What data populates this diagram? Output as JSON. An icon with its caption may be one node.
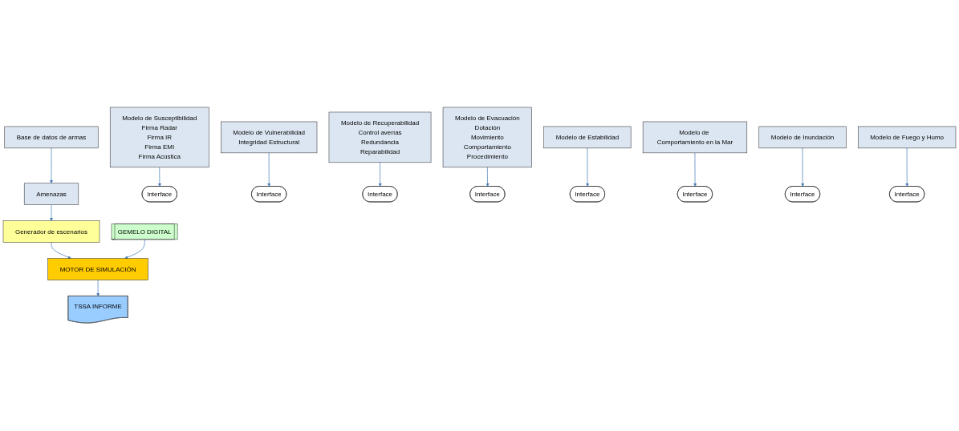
{
  "diagram": {
    "nodes": [
      {
        "text": [
          "Base de datos de armas"
        ]
      },
      {
        "text": [
          "Amenazas"
        ]
      },
      {
        "text": [
          "Generador de escenarios"
        ]
      },
      {
        "text": [
          "GEMELO DIGITAL"
        ]
      },
      {
        "text": [
          "Modelo de Susceptibilidad",
          "Firma Radar",
          "Firma IR",
          "Firma EMI",
          "Firma Acústica"
        ]
      },
      {
        "text": [
          "Modelo de Vulnerabilidad",
          "Integridad Estructural"
        ]
      },
      {
        "text": [
          "Modelo de Recuperabilidad",
          "Control averías",
          "Redundancia",
          "Reparabilidad"
        ]
      },
      {
        "text": [
          "Modelo de Evacuación",
          "Dotación",
          "Movimiento",
          "Comportamiento",
          "Procedimiento"
        ]
      },
      {
        "text": [
          "Interface"
        ]
      },
      {
        "text": [
          "Interface"
        ]
      },
      {
        "text": [
          "Interface"
        ]
      },
      {
        "text": [
          "Interface"
        ]
      },
      {
        "text": [
          "MOTOR DE SIMULACIÓN"
        ]
      },
      {
        "text": [
          "TSSA INFORME"
        ]
      },
      {
        "text": [
          "Interface"
        ]
      },
      {
        "text": [
          "Interface"
        ]
      },
      {
        "text": [
          "Interface"
        ]
      },
      {
        "text": [
          "Interface"
        ]
      },
      {
        "text": [
          "Modelo de Estabilidad"
        ]
      },
      {
        "text": [
          "Modelo de Comportamiento en la Mar"
        ]
      },
      {
        "text": [
          "Modelo de Inundación"
        ]
      },
      {
        "text": [
          "Modelo de Fuego y Humo"
        ]
      }
    ],
    "edges": [
      {
        "from": 0,
        "to": 1,
        "arrow": "to"
      },
      {
        "from": 1,
        "to": 2,
        "arrow": "to"
      },
      {
        "from": 2,
        "to": 12,
        "arrow": "to"
      },
      {
        "from": 3,
        "to": 12,
        "arrow": "to"
      },
      {
        "from": 4,
        "to": 8,
        "arrow": "to"
      },
      {
        "from": 5,
        "to": 9,
        "arrow": "to"
      },
      {
        "from": 6,
        "to": 10,
        "arrow": "to"
      },
      {
        "from": 7,
        "to": 11,
        "arrow": "to"
      },
      {
        "from": 12,
        "to": 13,
        "arrow": "to"
      },
      {
        "from": 18,
        "to": 14,
        "arrow": "to"
      },
      {
        "from": 19,
        "to": 15,
        "arrow": "to"
      },
      {
        "from": 20,
        "to": 16,
        "arrow": "to"
      },
      {
        "from": 21,
        "to": 17,
        "arrow": "to"
      }
    ]
  }
}
